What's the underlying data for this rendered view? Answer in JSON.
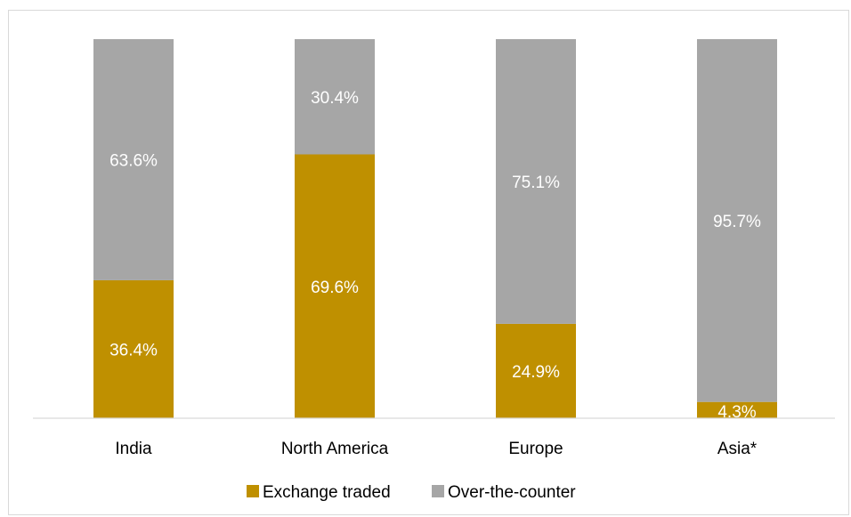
{
  "chart_data": {
    "type": "bar",
    "stacked": true,
    "percent_stacked": true,
    "categories": [
      "India",
      "North America",
      "Europe",
      "Asia*"
    ],
    "series": [
      {
        "name": "Exchange traded",
        "values": [
          36.4,
          69.6,
          24.9,
          4.3
        ],
        "labels": [
          "36.4%",
          "69.6%",
          "24.9%",
          "4.3%"
        ],
        "color": "#bf9000"
      },
      {
        "name": "Over-the-counter",
        "values": [
          63.6,
          30.4,
          75.1,
          95.7
        ],
        "labels": [
          "63.6%",
          "30.4%",
          "75.1%",
          "95.7%"
        ],
        "color": "#a6a6a6"
      }
    ],
    "ylim": [
      0,
      100
    ],
    "grid": false,
    "legend_position": "bottom"
  }
}
